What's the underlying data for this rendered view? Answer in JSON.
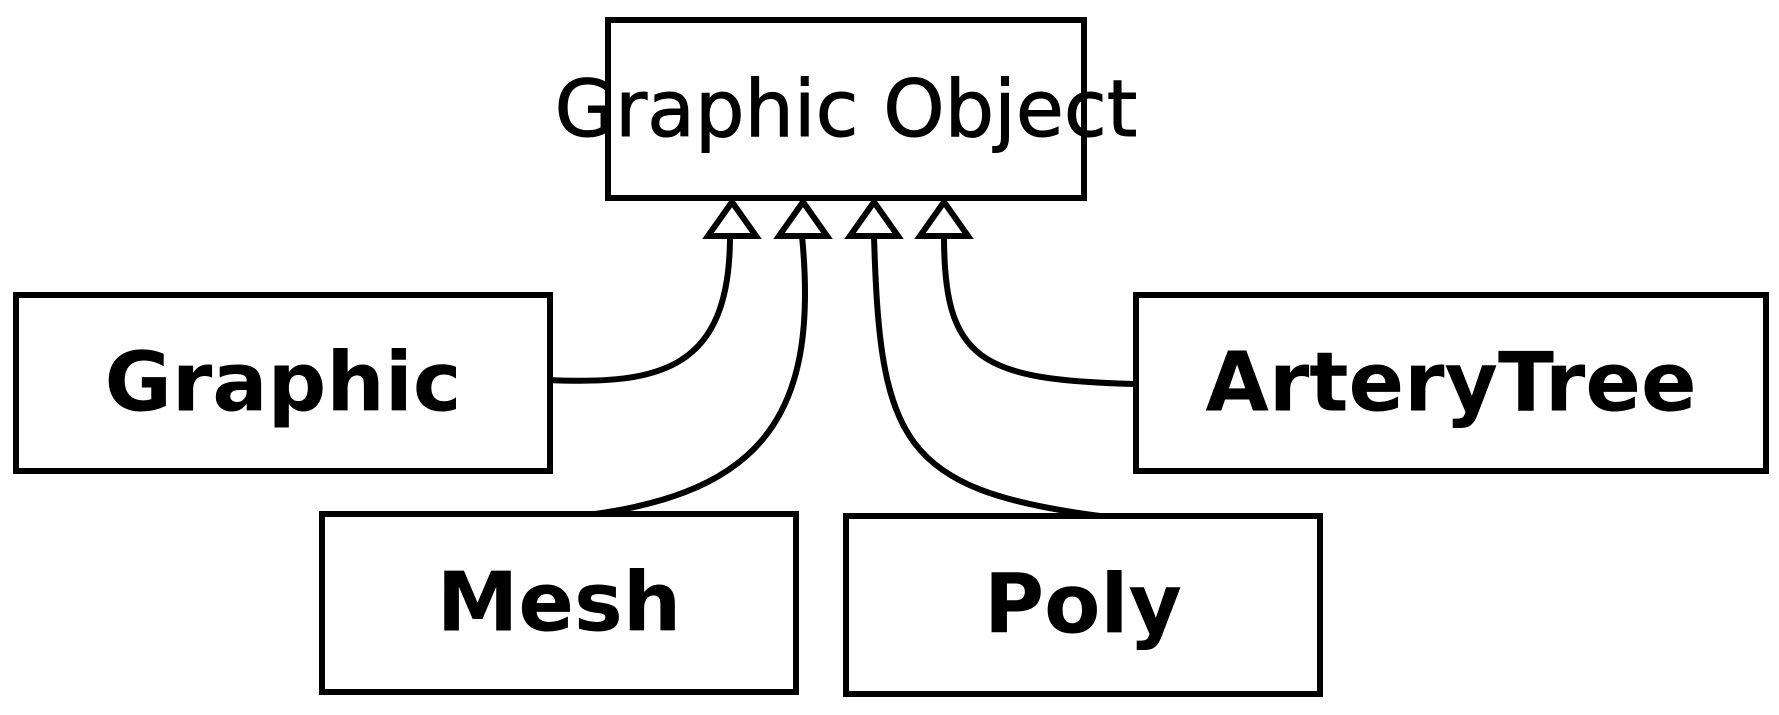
{
  "diagram": {
    "type": "class-inheritance",
    "root": {
      "label": "Graphic Object"
    },
    "children": [
      {
        "label": "Graphic"
      },
      {
        "label": "Mesh"
      },
      {
        "label": "Poly"
      },
      {
        "label": "ArteryTree"
      }
    ]
  },
  "colors": {
    "stroke": "#000000",
    "fill": "#ffffff"
  }
}
